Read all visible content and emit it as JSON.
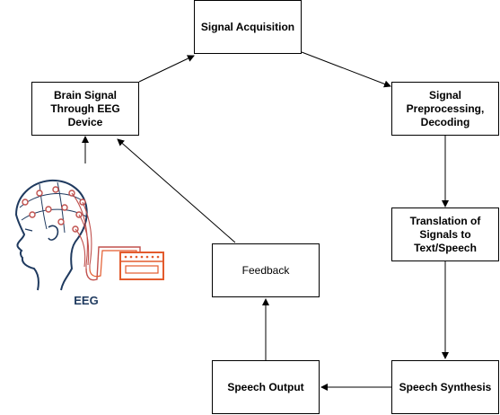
{
  "nodes": {
    "signal_acquisition": "Signal Acquisition",
    "brain_signal": "Brain Signal Through EEG Device",
    "signal_preprocessing": "Signal Preprocessing, Decoding",
    "translation": "Translation of Signals to Text/Speech",
    "speech_synthesis": "Speech Synthesis",
    "speech_output": "Speech Output",
    "feedback": "Feedback"
  },
  "illustration": {
    "label": "EEG",
    "icon": "eeg-headset-icon",
    "colors": {
      "head": "#1f3a5f",
      "wires": "#c0504d",
      "device": "#e35b2d",
      "label": "#1f3a5f"
    }
  }
}
